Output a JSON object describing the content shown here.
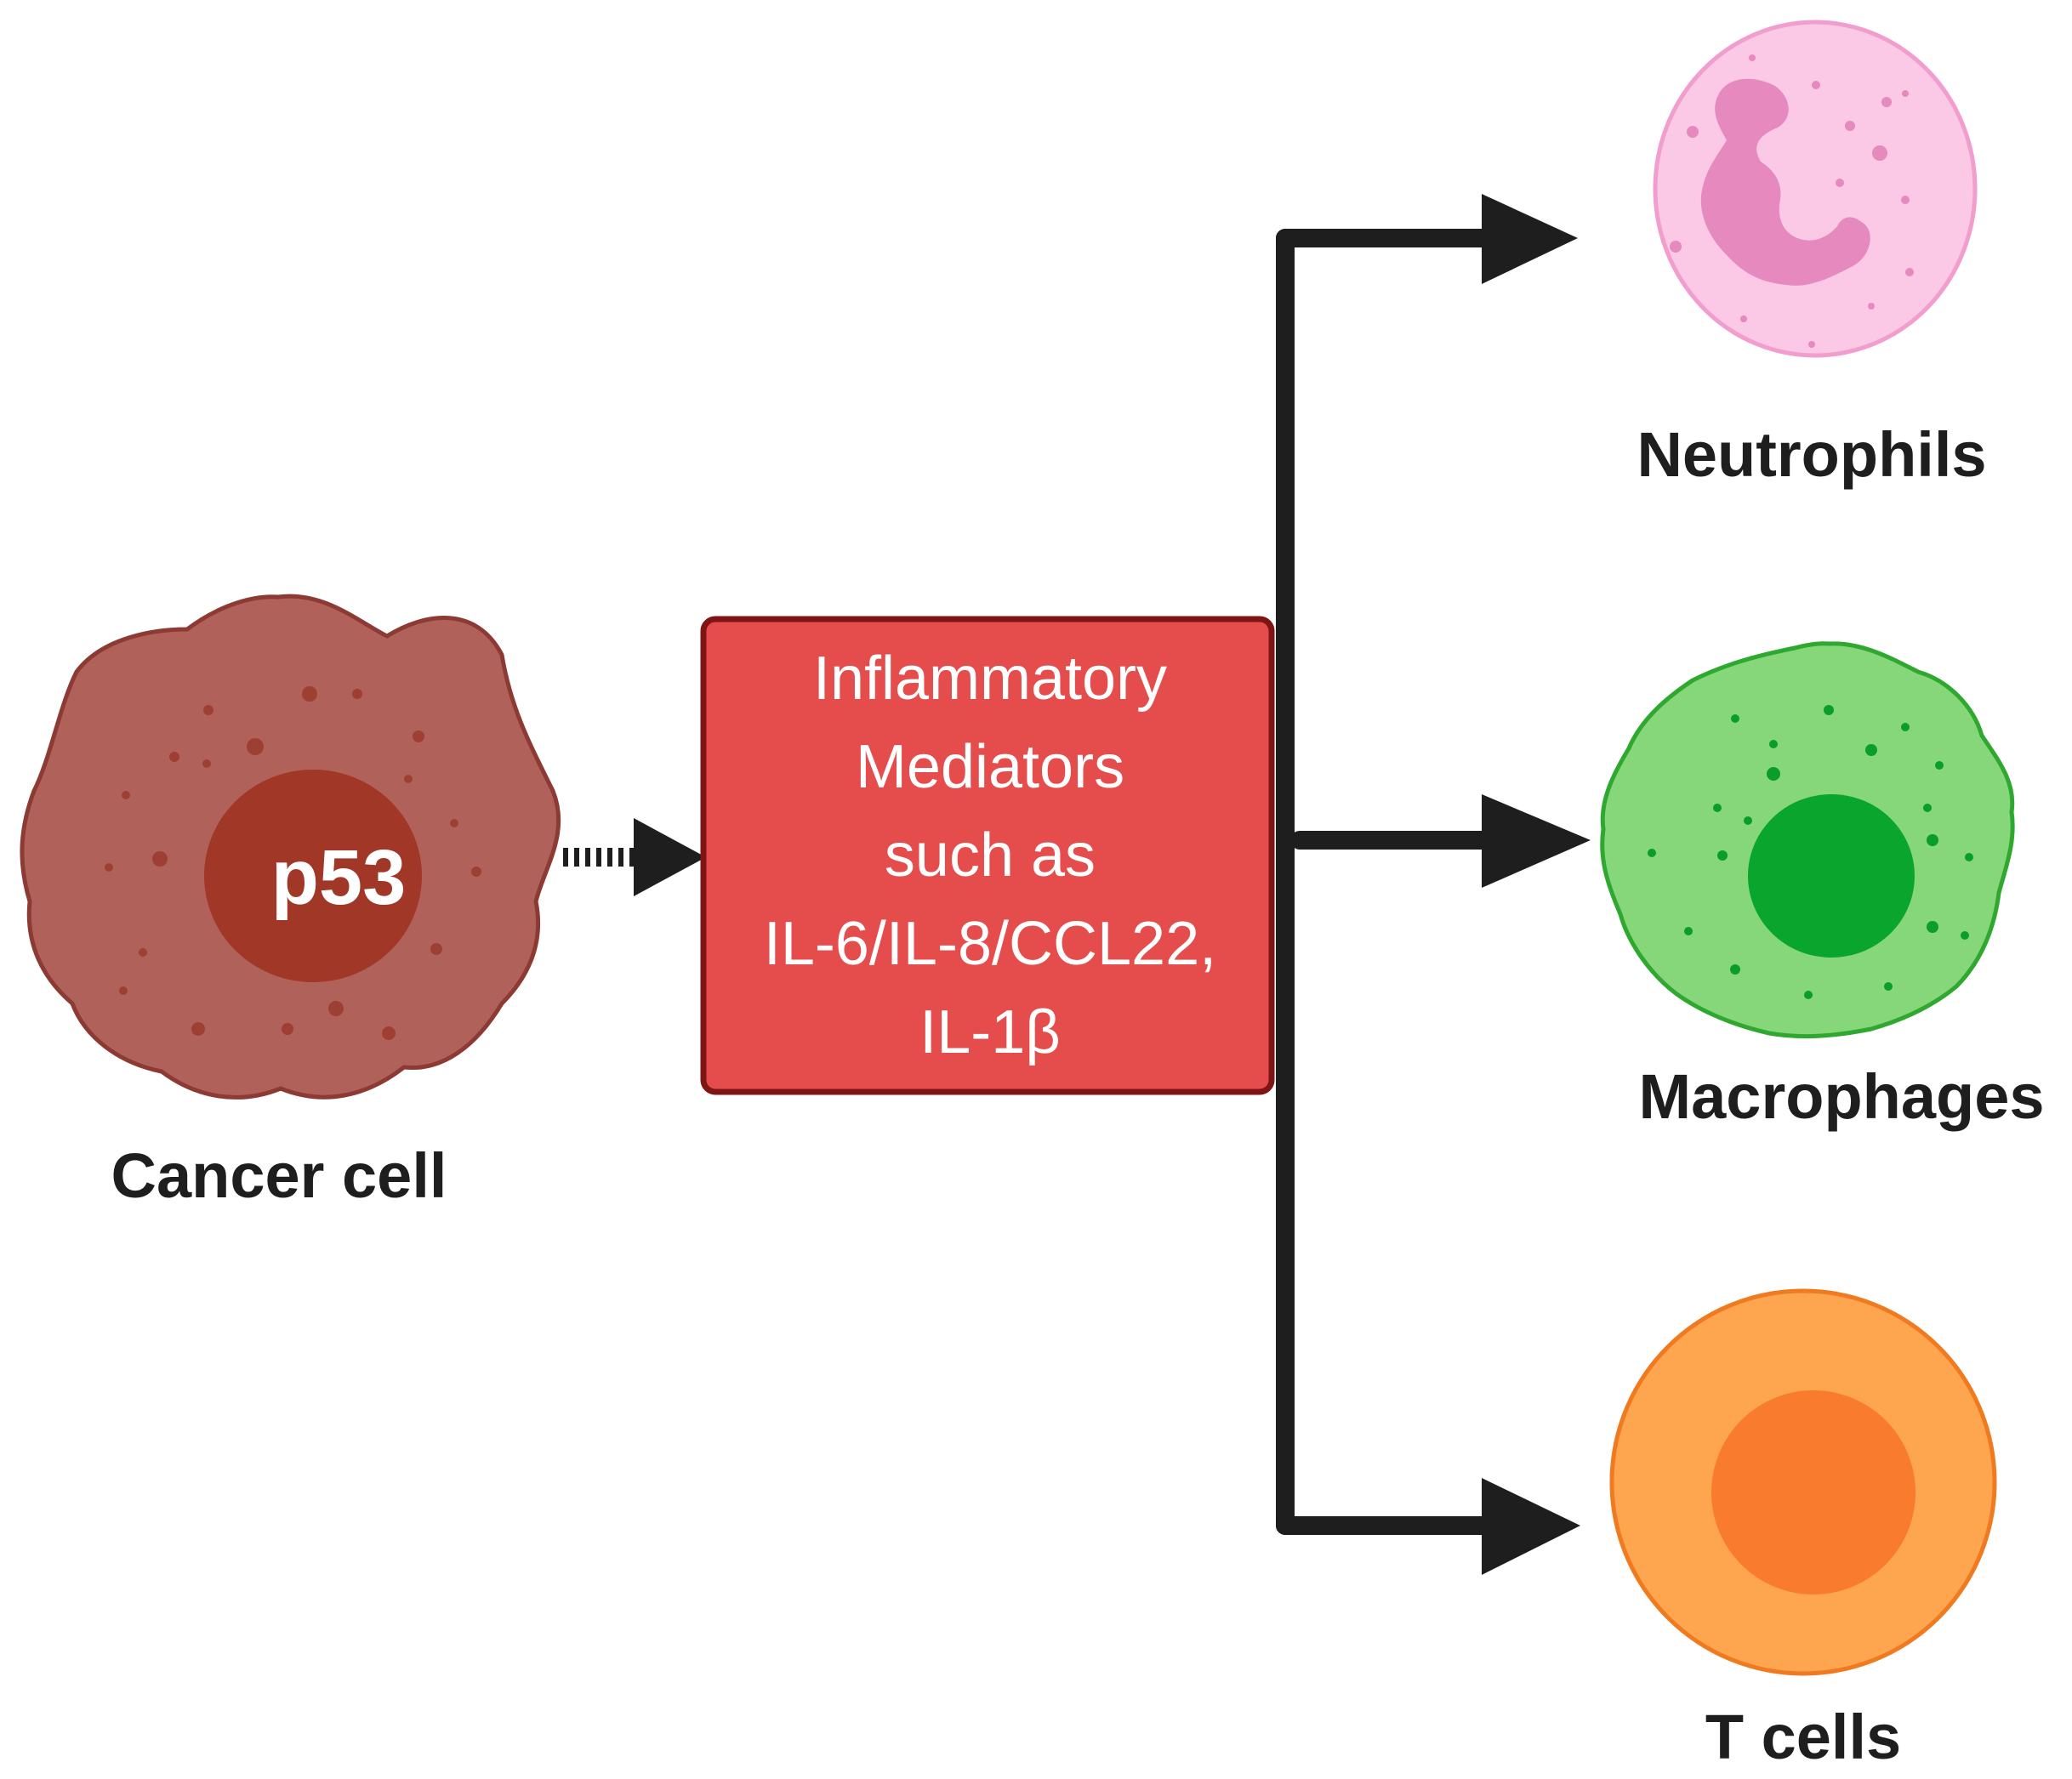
{
  "cancer_cell": {
    "label": "Cancer cell",
    "nucleus_label": "p53",
    "body_color": "#b0625a",
    "outline_color": "#8c3a33",
    "nucleus_color": "#a03727"
  },
  "mediator_box": {
    "lines": [
      "Inflammatory",
      "Mediators",
      "such as",
      "IL-6/IL-8/CCL22,",
      "IL-1β"
    ],
    "fill_color": "#e54d4d",
    "border_color": "#7e1414"
  },
  "targets": {
    "neutrophils": {
      "label": "Neutrophils",
      "body_color": "#fbc8e6",
      "nucleus_color": "#e689bf"
    },
    "macrophages": {
      "label": "Macrophages",
      "body_color": "#86d67a",
      "nucleus_color": "#0aa52c"
    },
    "t_cells": {
      "label": "T cells",
      "body_color": "#fda54f",
      "nucleus_color": "#f97c2e"
    }
  },
  "arrow_color": "#1e1e1e"
}
